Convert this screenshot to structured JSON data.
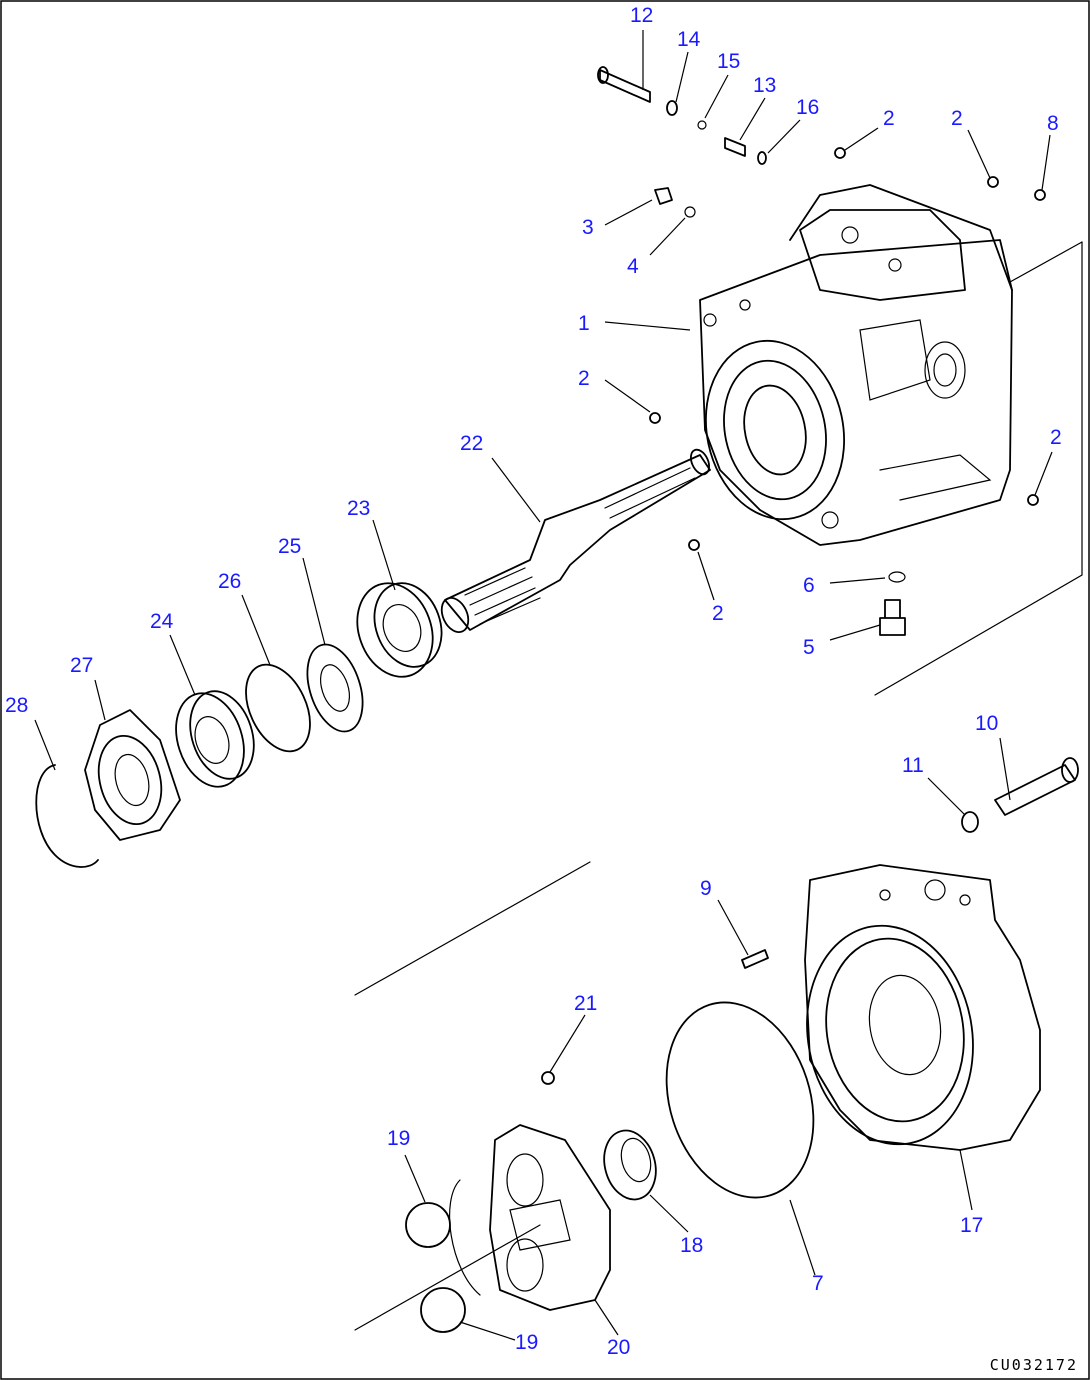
{
  "drawing_number": "CU032172",
  "colors": {
    "callout": "#1a1aff",
    "line": "#000000",
    "background": "#ffffff"
  },
  "callouts": [
    {
      "id": "c12",
      "text": "12"
    },
    {
      "id": "c14",
      "text": "14"
    },
    {
      "id": "c15",
      "text": "15"
    },
    {
      "id": "c13",
      "text": "13"
    },
    {
      "id": "c16",
      "text": "16"
    },
    {
      "id": "c2a",
      "text": "2"
    },
    {
      "id": "c2b",
      "text": "2"
    },
    {
      "id": "c8",
      "text": "8"
    },
    {
      "id": "c3",
      "text": "3"
    },
    {
      "id": "c4",
      "text": "4"
    },
    {
      "id": "c1",
      "text": "1"
    },
    {
      "id": "c2c",
      "text": "2"
    },
    {
      "id": "c22",
      "text": "22"
    },
    {
      "id": "c2d",
      "text": "2"
    },
    {
      "id": "c23",
      "text": "23"
    },
    {
      "id": "c2e",
      "text": "2"
    },
    {
      "id": "c6",
      "text": "6"
    },
    {
      "id": "c25",
      "text": "25"
    },
    {
      "id": "c5",
      "text": "5"
    },
    {
      "id": "c26",
      "text": "26"
    },
    {
      "id": "c24",
      "text": "24"
    },
    {
      "id": "c27",
      "text": "27"
    },
    {
      "id": "c28",
      "text": "28"
    },
    {
      "id": "c10",
      "text": "10"
    },
    {
      "id": "c11",
      "text": "11"
    },
    {
      "id": "c9",
      "text": "9"
    },
    {
      "id": "c21",
      "text": "21"
    },
    {
      "id": "c19a",
      "text": "19"
    },
    {
      "id": "c18",
      "text": "18"
    },
    {
      "id": "c17",
      "text": "17"
    },
    {
      "id": "c7",
      "text": "7"
    },
    {
      "id": "c19b",
      "text": "19"
    },
    {
      "id": "c20",
      "text": "20"
    }
  ]
}
